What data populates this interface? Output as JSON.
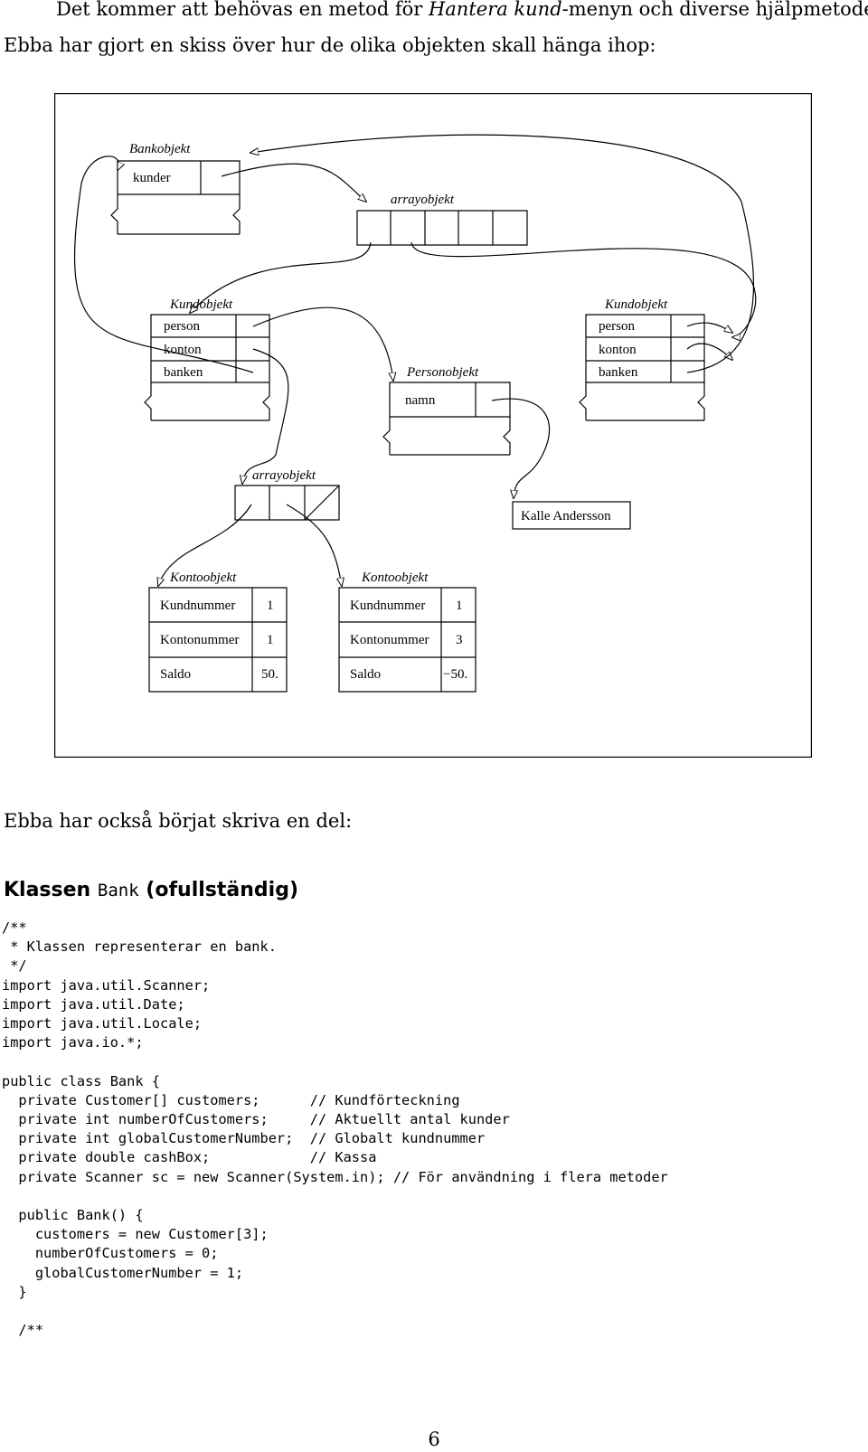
{
  "intro": {
    "line1_a": "Det kommer att behövas en metod för ",
    "line1_b": "Hantera kund",
    "line1_c": "-menyn och diverse hjälpmetoder.",
    "line2": "Ebba har gjort en skiss över hur de olika objekten skall hänga ihop:"
  },
  "diagram": {
    "bank": {
      "title": "Bankobjekt",
      "field": "kunder"
    },
    "customer_array": {
      "title": "arrayobjekt"
    },
    "customer_left": {
      "title": "Kundobjekt",
      "fields": [
        "person",
        "konton",
        "banken"
      ]
    },
    "customer_right": {
      "title": "Kundobjekt",
      "fields": [
        "person",
        "konton",
        "banken"
      ]
    },
    "person": {
      "title": "Personobjekt",
      "field": "namn"
    },
    "account_array": {
      "title": "arrayobjekt"
    },
    "name_string": "Kalle Andersson",
    "account_left": {
      "title": "Kontoobjekt",
      "rows": [
        {
          "label": "Kundnummer",
          "value": "1"
        },
        {
          "label": "Kontonummer",
          "value": "1"
        },
        {
          "label": "Saldo",
          "value": "50."
        }
      ]
    },
    "account_right": {
      "title": "Kontoobjekt",
      "rows": [
        {
          "label": "Kundnummer",
          "value": "1"
        },
        {
          "label": "Kontonummer",
          "value": "3"
        },
        {
          "label": "Saldo",
          "value": "−50."
        }
      ]
    }
  },
  "paragraph_also": "Ebba har också börjat skriva en del:",
  "section": {
    "prefix": "Klassen ",
    "code": "Bank",
    "suffix": " (ofullständig)"
  },
  "code": "/**\n * Klassen representerar en bank.\n */\nimport java.util.Scanner;\nimport java.util.Date;\nimport java.util.Locale;\nimport java.io.*;\n\npublic class Bank {\n  private Customer[] customers;      // Kundförteckning\n  private int numberOfCustomers;     // Aktuellt antal kunder\n  private int globalCustomerNumber;  // Globalt kundnummer\n  private double cashBox;            // Kassa\n  private Scanner sc = new Scanner(System.in); // För användning i flera metoder\n\n  public Bank() {\n    customers = new Customer[3];\n    numberOfCustomers = 0;\n    globalCustomerNumber = 1;\n  }\n\n  /**",
  "page_number": "6"
}
